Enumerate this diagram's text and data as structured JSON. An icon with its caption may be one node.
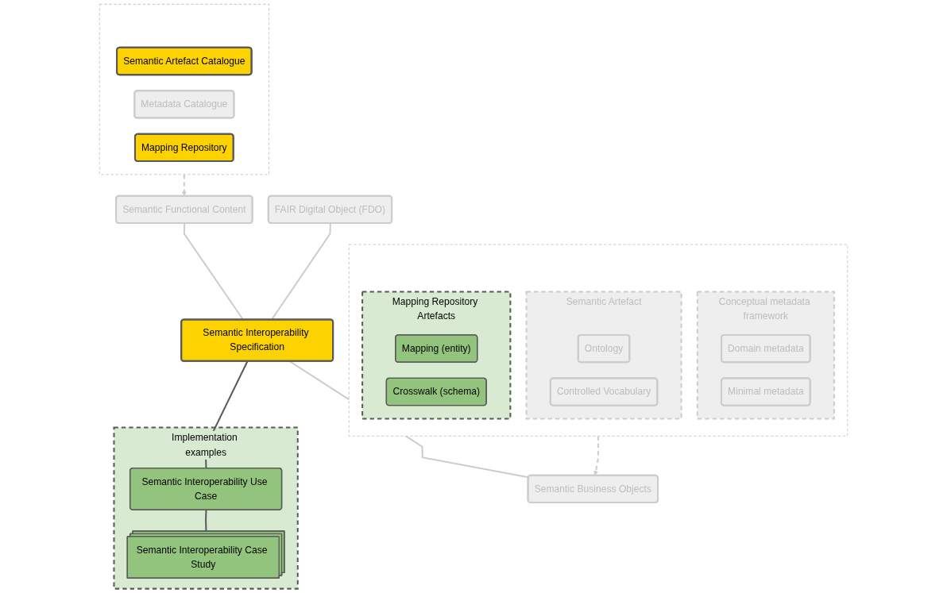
{
  "diagram": {
    "nodes": [
      {
        "text": [
          "Semantic Functional Content"
        ]
      },
      {
        "text": [
          "FAIR Digital Object (FDO)"
        ]
      },
      {
        "text": [
          "Implementation examples"
        ]
      },
      {
        "text": [],
        "shape": "box"
      },
      {
        "text": [
          "Semantic Artefact Catalogue"
        ],
        "in": 3
      },
      {
        "text": [
          "Metadata Catalogue"
        ],
        "in": 3
      },
      {
        "text": [
          "Mapping Repository"
        ],
        "in": 3
      },
      {
        "text": [
          "Semantic Interoperability Specification"
        ]
      },
      {
        "text": [
          "Semantic Interoperability Use Case"
        ],
        "in": 2
      },
      {
        "text": [
          "Semantic Interoperability Case Study"
        ],
        "in": 2
      },
      {
        "text": [
          "Semantic Business Objects"
        ]
      },
      {
        "text": [],
        "shape": "box"
      },
      {
        "text": [
          "Conceptual metadata framework"
        ],
        "in": 11
      },
      {
        "text": [
          "Domain metadata"
        ],
        "in": 12
      },
      {
        "text": [
          "Minimal metadata"
        ],
        "in": 12
      },
      {
        "text": [
          "Semantic Artefact"
        ],
        "in": 11
      },
      {
        "text": [
          "Ontology"
        ],
        "in": 15
      },
      {
        "text": [
          "Controlled Vocabulary"
        ],
        "in": 15
      },
      {
        "text": [
          "Mapping Repository Artefacts"
        ],
        "in": 11
      },
      {
        "text": [
          "Mapping (entity)"
        ],
        "in": 18
      },
      {
        "text": [
          "Crosswalk (schema)"
        ],
        "in": 18
      }
    ],
    "edges": [
      {
        "from": 0,
        "to": 7,
        "arrow": "none"
      },
      {
        "from": 1,
        "to": 7,
        "arrow": "none"
      },
      {
        "from": 7,
        "to": 10,
        "arrow": "none"
      },
      {
        "from": 7,
        "to": 8,
        "arrow": "none",
        "color": "#595959"
      },
      {
        "from": 8,
        "to": 9,
        "arrow": "none",
        "color": "#595959"
      },
      {
        "from": 3,
        "to": 0,
        "arrow": "to",
        "style": "dashed"
      },
      {
        "from": 11,
        "to": 10,
        "arrow": "to",
        "style": "dashed"
      }
    ]
  }
}
